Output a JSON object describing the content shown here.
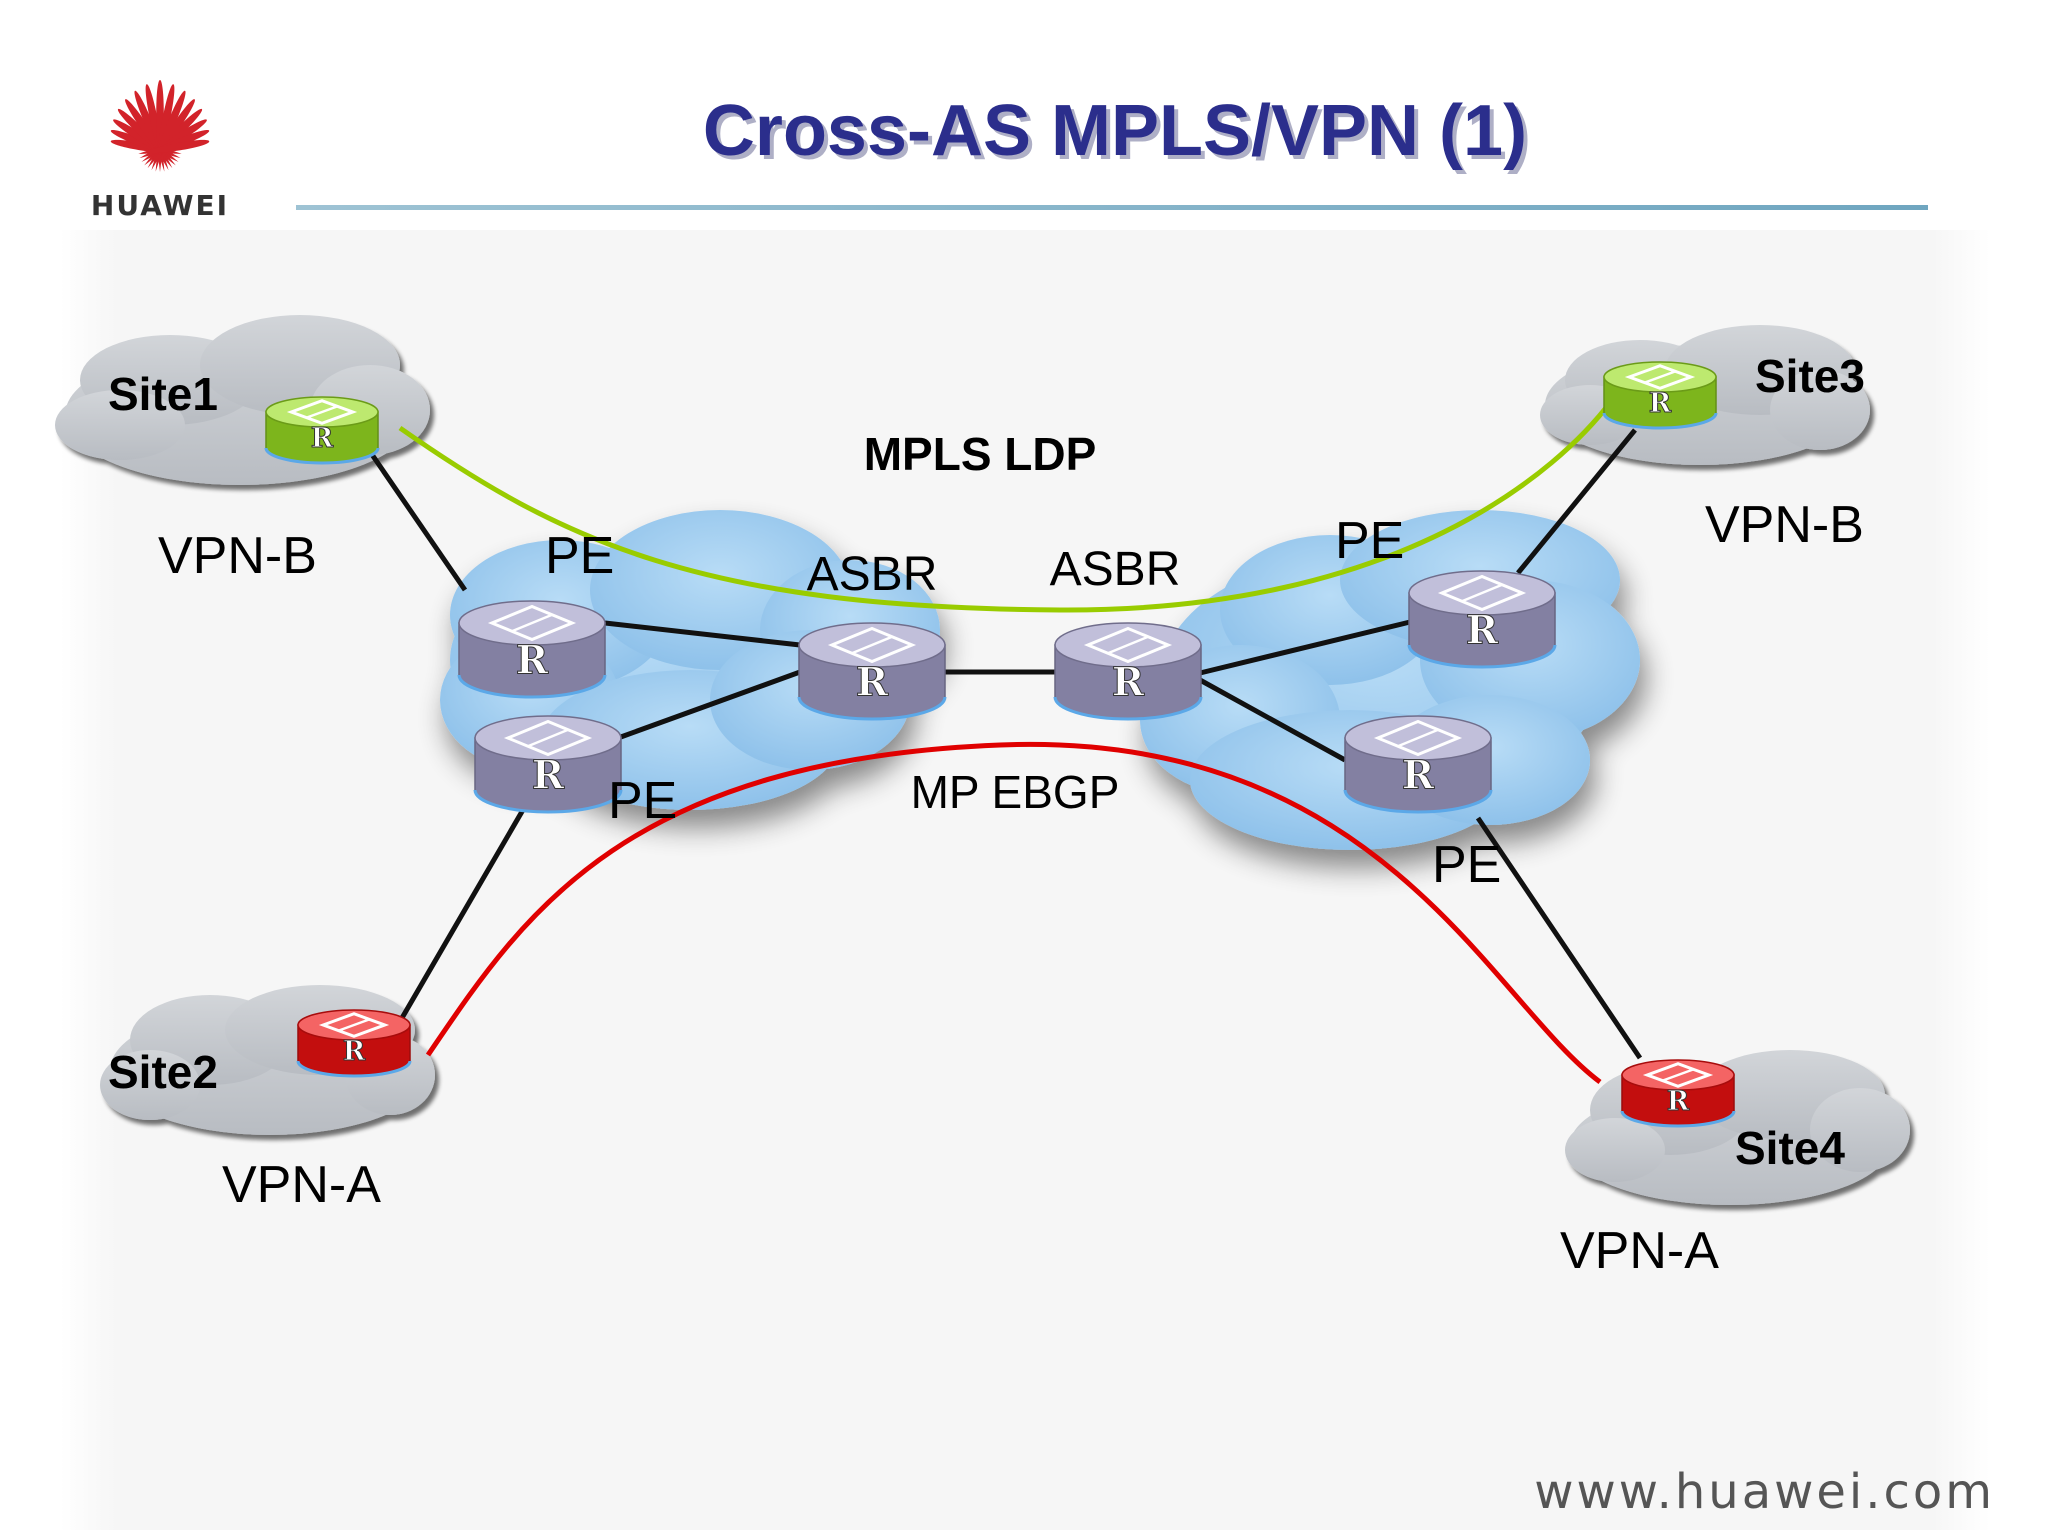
{
  "header": {
    "logo_text": "HUAWEI",
    "title": "Cross-AS MPLS/VPN (1)"
  },
  "labels": {
    "mpls_ldp": "MPLS LDP",
    "mp_ebgp": "MP EBGP",
    "pe_left_top": "PE",
    "pe_left_bottom": "PE",
    "pe_right_top": "PE",
    "pe_right_bottom": "PE",
    "asbr_left": "ASBR",
    "asbr_right": "ASBR"
  },
  "sites": {
    "site1": {
      "name": "Site1",
      "vpn": "VPN-B"
    },
    "site2": {
      "name": "Site2",
      "vpn": "VPN-A"
    },
    "site3": {
      "name": "Site3",
      "vpn": "VPN-B"
    },
    "site4": {
      "name": "Site4",
      "vpn": "VPN-A"
    }
  },
  "router_glyph": "R",
  "footer": {
    "url": "www.huawei.com"
  },
  "colors": {
    "title": "#2B2E8C",
    "vpn_b_link": "#99CC00",
    "vpn_a_link": "#E00000",
    "backbone_cloud": "#9CCAEE",
    "site_cloud": "#C6CACF",
    "router_core": "#A09CC6",
    "router_vpn_b": "#99DD22",
    "router_vpn_a": "#EE1111",
    "logo_red": "#D2232A"
  }
}
